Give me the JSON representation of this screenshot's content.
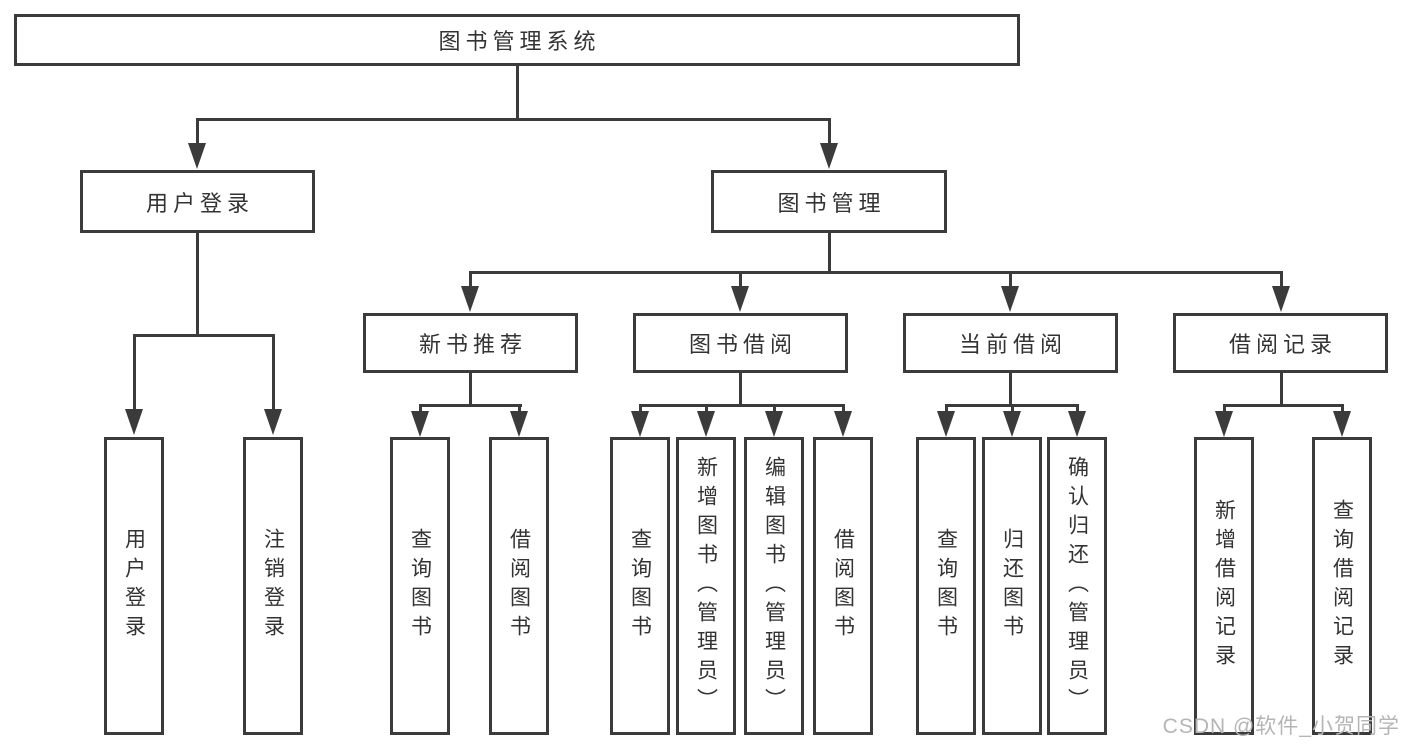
{
  "tree": {
    "root": {
      "label": "图书管理系统"
    },
    "level2": [
      {
        "label": "用户登录"
      },
      {
        "label": "图书管理"
      }
    ],
    "level3": [
      {
        "label": "新书推荐",
        "parent": "图书管理"
      },
      {
        "label": "图书借阅",
        "parent": "图书管理"
      },
      {
        "label": "当前借阅",
        "parent": "图书管理"
      },
      {
        "label": "借阅记录",
        "parent": "图书管理"
      }
    ],
    "leaves": [
      {
        "label": "用户登录",
        "parent": "用户登录"
      },
      {
        "label": "注销登录",
        "parent": "用户登录"
      },
      {
        "label": "查询图书",
        "parent": "新书推荐"
      },
      {
        "label": "借阅图书",
        "parent": "新书推荐"
      },
      {
        "label": "查询图书",
        "parent": "图书借阅"
      },
      {
        "label": "新增图书（管理员）",
        "parent": "图书借阅"
      },
      {
        "label": "编辑图书（管理员）",
        "parent": "图书借阅"
      },
      {
        "label": "借阅图书",
        "parent": "图书借阅"
      },
      {
        "label": "查询图书",
        "parent": "当前借阅"
      },
      {
        "label": "归还图书",
        "parent": "当前借阅"
      },
      {
        "label": "确认归还（管理员）",
        "parent": "当前借阅"
      },
      {
        "label": "新增借阅记录",
        "parent": "借阅记录"
      },
      {
        "label": "查询借阅记录",
        "parent": "借阅记录"
      }
    ]
  },
  "watermark": {
    "text": "CSDN @软件_小贺同学"
  },
  "colors": {
    "line": "#3b3b3b",
    "box_border": "#3b3b3b",
    "box_bg": "#ffffff",
    "text": "#333333",
    "watermark": "#b5b5b5"
  }
}
